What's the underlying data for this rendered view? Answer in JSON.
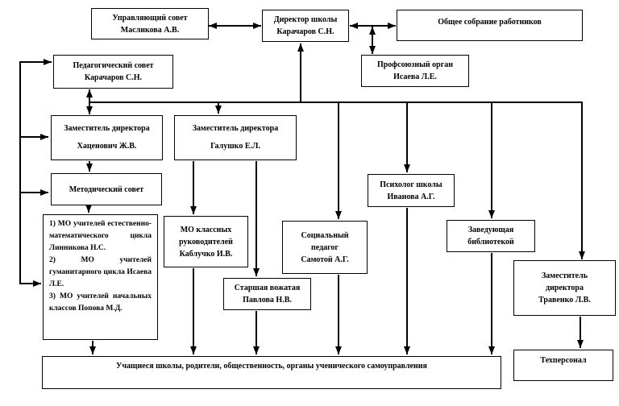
{
  "diagram": {
    "nodes": {
      "governing_council": "Управляющий  совет\nМасликова А.В.",
      "director": "Директор школы\nКарачаров С.Н.",
      "general_assembly": "Общее собрание работников",
      "trade_union": "Профсоюзный орган\nИсаева Л.Е.",
      "pedagogical_council": "Педагогический совет\nКарачаров С.Н.",
      "deputy_khatsenovich": "Заместитель директора\nХаценович Ж.В.",
      "deputy_galushko": "Заместитель директора\nГалушко Е.Л.",
      "methodical_council": "Методический совет",
      "mo_list": "1) МО учителей естественно-математического цикла Линникова Н.С.\n2) МО учителей гуманитарного цикла Исаева Л.Е.\n3) МО учителей начальных классов Попова М.Д.",
      "mo_class_teachers": "МО классных\nруководителей\nКаблучко И.В.",
      "senior_counselor": "Старшая вожатая\nПавлова Н.В.",
      "social_pedagogue": "Социальный\nпедагог\nСамотой А.Г.",
      "psychologist": "Психолог школы\nИванова А.Г.",
      "librarian": "Заведующая\nбиблиотекой",
      "deputy_travenko": "Заместитель\nдиректора\nТравенко Л.В.",
      "tech_staff": "Техперсонал",
      "students": "Учащиеся школы, родители, общественность, органы ученического самоуправления"
    },
    "colors": {
      "line": "#000000",
      "box_border": "#000000",
      "box_background": "#ffffff",
      "text": "#000000",
      "page_background": "#ffffff"
    }
  }
}
